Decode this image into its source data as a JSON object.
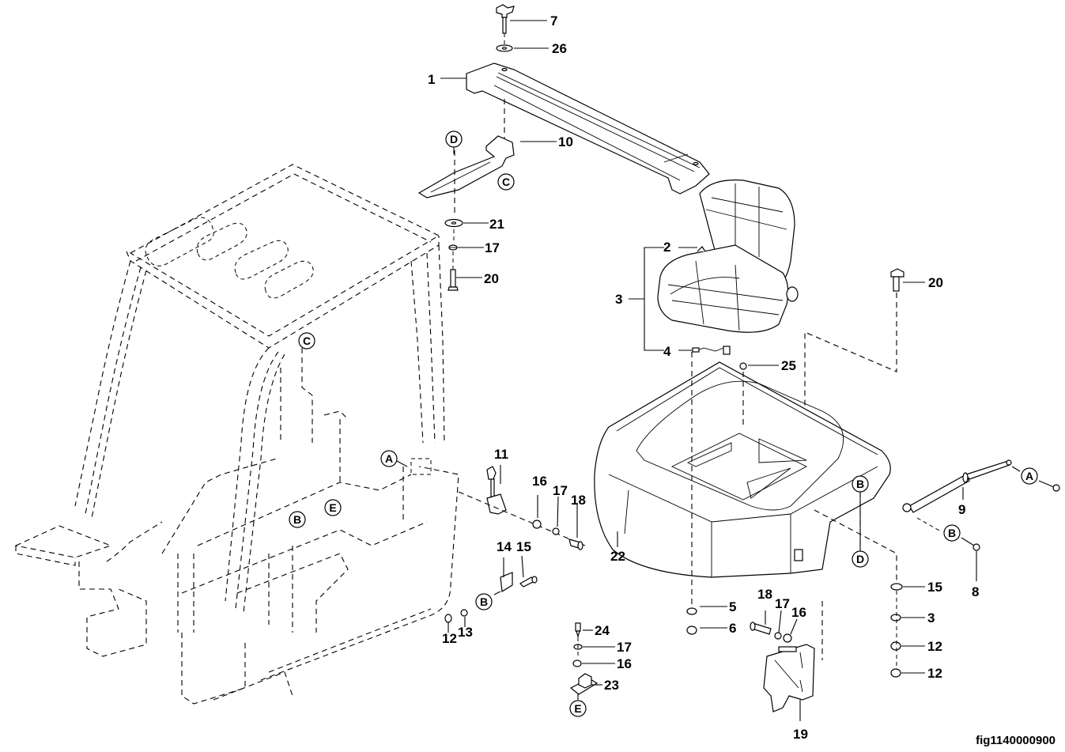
{
  "figure": {
    "id": "fig1140000900",
    "subject": "Overhead guard, seat and hood assembly (exploded view)"
  },
  "callouts": [
    {
      "key": "c7",
      "label": "7"
    },
    {
      "key": "c26",
      "label": "26"
    },
    {
      "key": "c1",
      "label": "1"
    },
    {
      "key": "c10",
      "label": "10"
    },
    {
      "key": "c21",
      "label": "21"
    },
    {
      "key": "c17a",
      "label": "17"
    },
    {
      "key": "c20a",
      "label": "20"
    },
    {
      "key": "c2",
      "label": "2"
    },
    {
      "key": "c3a",
      "label": "3"
    },
    {
      "key": "c4",
      "label": "4"
    },
    {
      "key": "c25",
      "label": "25"
    },
    {
      "key": "c20b",
      "label": "20"
    },
    {
      "key": "c11",
      "label": "11"
    },
    {
      "key": "c16a",
      "label": "16"
    },
    {
      "key": "c17b",
      "label": "17"
    },
    {
      "key": "c18a",
      "label": "18"
    },
    {
      "key": "c14",
      "label": "14"
    },
    {
      "key": "c15a",
      "label": "15"
    },
    {
      "key": "c12a",
      "label": "12"
    },
    {
      "key": "c13",
      "label": "13"
    },
    {
      "key": "c22",
      "label": "22"
    },
    {
      "key": "c24",
      "label": "24"
    },
    {
      "key": "c17c",
      "label": "17"
    },
    {
      "key": "c16b",
      "label": "16"
    },
    {
      "key": "c23",
      "label": "23"
    },
    {
      "key": "c5",
      "label": "5"
    },
    {
      "key": "c6",
      "label": "6"
    },
    {
      "key": "c18b",
      "label": "18"
    },
    {
      "key": "c17d",
      "label": "17"
    },
    {
      "key": "c16c",
      "label": "16"
    },
    {
      "key": "c19",
      "label": "19"
    },
    {
      "key": "c9",
      "label": "9"
    },
    {
      "key": "c8",
      "label": "8"
    },
    {
      "key": "c15b",
      "label": "15"
    },
    {
      "key": "c3b",
      "label": "3"
    },
    {
      "key": "c12b",
      "label": "12"
    },
    {
      "key": "c12c",
      "label": "12"
    }
  ],
  "references": [
    {
      "key": "rD1",
      "label": "D"
    },
    {
      "key": "rC1",
      "label": "C"
    },
    {
      "key": "rC2",
      "label": "C"
    },
    {
      "key": "rA1",
      "label": "A"
    },
    {
      "key": "rB1",
      "label": "B"
    },
    {
      "key": "rE1",
      "label": "E"
    },
    {
      "key": "rB2",
      "label": "B"
    },
    {
      "key": "rE2",
      "label": "E"
    },
    {
      "key": "rB3",
      "label": "B"
    },
    {
      "key": "rD2",
      "label": "D"
    },
    {
      "key": "rA2",
      "label": "A"
    },
    {
      "key": "rB4",
      "label": "B"
    }
  ]
}
